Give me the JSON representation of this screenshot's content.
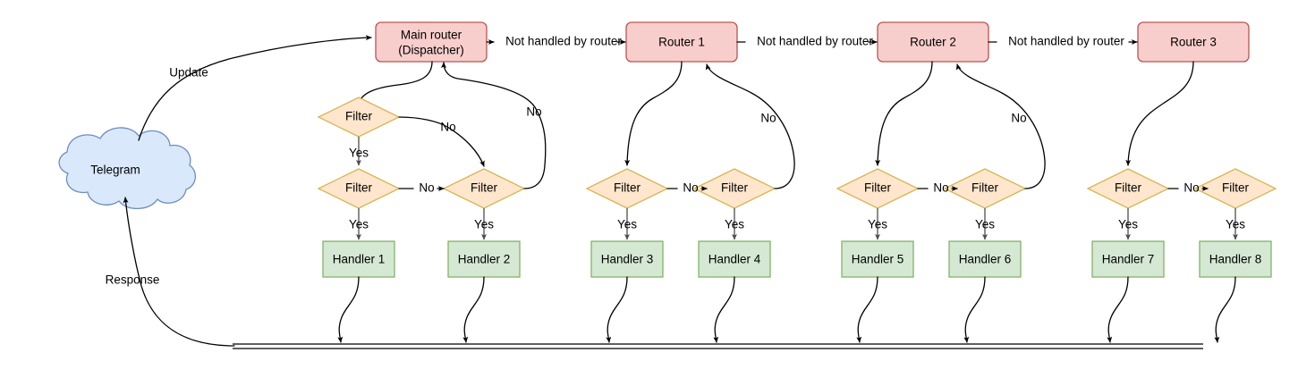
{
  "title": "Telegram bot update routing (Dispatcher / Routers / Filters / Handlers)",
  "colors": {
    "router_fill": "#f8cecc",
    "router_stroke": "#b85450",
    "filter_fill": "#ffe6cc",
    "filter_stroke": "#d6b656",
    "handler_fill": "#d5e8d4",
    "handler_stroke": "#82b366",
    "cloud_fill": "#dae8fc",
    "cloud_stroke": "#6c8ebf",
    "edge_stroke": "#000000"
  },
  "cloud": {
    "label": "Telegram"
  },
  "routers": [
    {
      "id": "main-router",
      "line1": "Main router",
      "line2": "(Dispatcher)",
      "label": "Main router (Dispatcher)"
    },
    {
      "id": "router-1",
      "line1": "Router 1",
      "line2": "",
      "label": "Router 1"
    },
    {
      "id": "router-2",
      "line1": "Router 2",
      "line2": "",
      "label": "Router 2"
    },
    {
      "id": "router-3",
      "line1": "Router 3",
      "line2": "",
      "label": "Router 3"
    }
  ],
  "filters": [
    {
      "id": "filter-a",
      "label": "Filter"
    },
    {
      "id": "filter-1",
      "label": "Filter"
    },
    {
      "id": "filter-2",
      "label": "Filter"
    },
    {
      "id": "filter-3",
      "label": "Filter"
    },
    {
      "id": "filter-4",
      "label": "Filter"
    },
    {
      "id": "filter-5",
      "label": "Filter"
    },
    {
      "id": "filter-6",
      "label": "Filter"
    },
    {
      "id": "filter-7",
      "label": "Filter"
    },
    {
      "id": "filter-8",
      "label": "Filter"
    }
  ],
  "handlers": [
    {
      "id": "handler-1",
      "label": "Handler 1"
    },
    {
      "id": "handler-2",
      "label": "Handler 2"
    },
    {
      "id": "handler-3",
      "label": "Handler 3"
    },
    {
      "id": "handler-4",
      "label": "Handler 4"
    },
    {
      "id": "handler-5",
      "label": "Handler 5"
    },
    {
      "id": "handler-6",
      "label": "Handler 6"
    },
    {
      "id": "handler-7",
      "label": "Handler 7"
    },
    {
      "id": "handler-8",
      "label": "Handler 8"
    }
  ],
  "edge_labels": {
    "update": "Update",
    "response": "Response",
    "not_handled_1": "Not handled by router",
    "not_handled_2": "Not handled by router",
    "not_handled_3": "Not handled by router",
    "yes_1": "Yes",
    "yes_2": "Yes",
    "yes_3": "Yes",
    "yes_4": "Yes",
    "yes_5": "Yes",
    "yes_6": "Yes",
    "yes_7": "Yes",
    "yes_8": "Yes",
    "yes_9": "Yes",
    "no_a_down": "No",
    "no_a_back": "No",
    "no_m1": "No",
    "no_r1_back": "No",
    "no_r1": "No",
    "no_r2_back": "No",
    "no_r2": "No",
    "no_r3": "No"
  }
}
